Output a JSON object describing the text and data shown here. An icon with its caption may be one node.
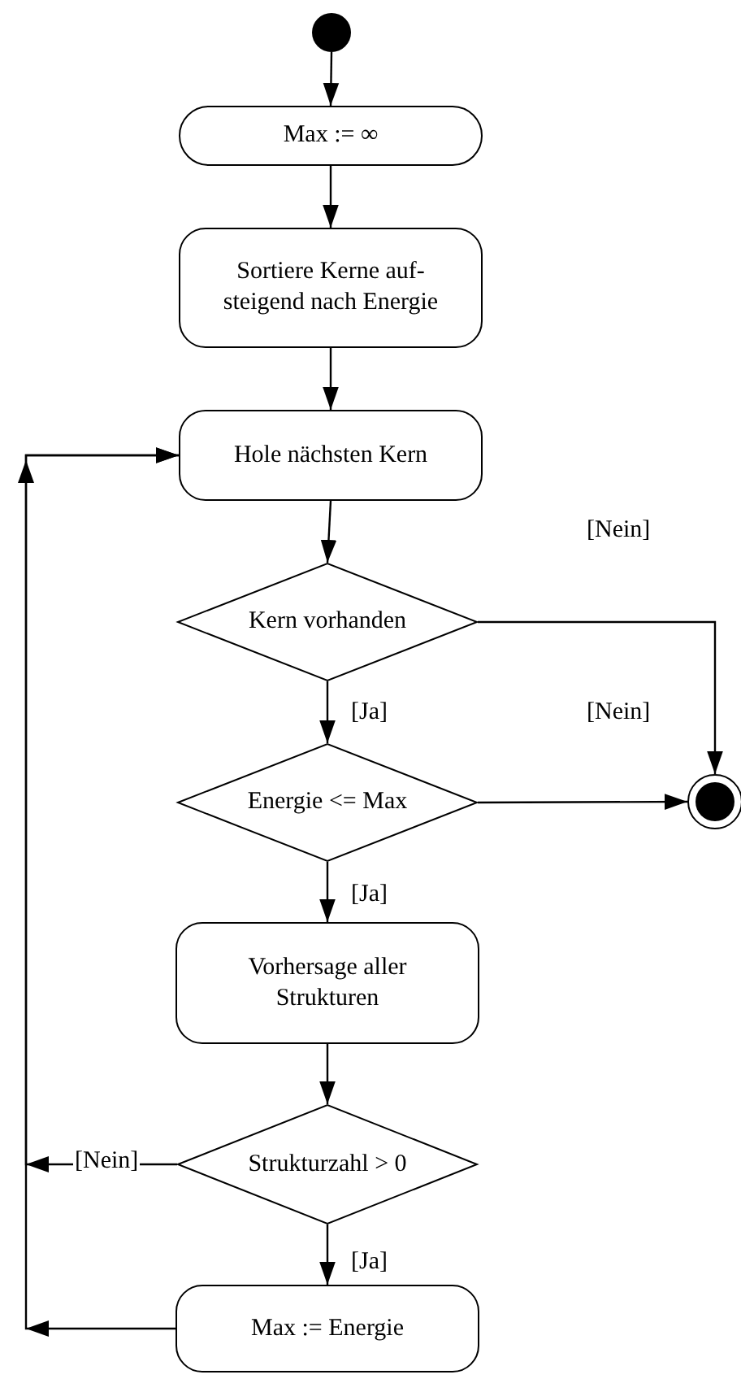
{
  "diagram": {
    "nodes": [
      {
        "text": [],
        "shape": "circle"
      },
      {
        "text": [
          "Max := ∞"
        ]
      },
      {
        "text": [
          "Sortiere Kerne auf- steigend nach Energie"
        ]
      },
      {
        "text": [
          "Hole nächsten Kern"
        ]
      },
      {
        "text": [
          "Kern vorhanden"
        ]
      },
      {
        "text": [
          "Energie <= Max"
        ]
      },
      {
        "text": [
          "Vorhersage aller Strukturen"
        ]
      },
      {
        "text": [
          "Strukturzahl > 0"
        ]
      },
      {
        "text": [
          "Max := Energie"
        ]
      },
      {
        "text": [],
        "shape": "circle"
      }
    ],
    "edges": [
      {
        "from": 0,
        "to": 1,
        "arrow": "to"
      },
      {
        "from": 1,
        "to": 2,
        "arrow": "to"
      },
      {
        "from": 2,
        "to": 3,
        "arrow": "to"
      },
      {
        "from": 3,
        "to": 4,
        "arrow": "to"
      },
      {
        "from": 4,
        "to": 9,
        "label": "[Nein]",
        "arrow": "to"
      },
      {
        "from": 4,
        "to": 5,
        "label": "[Ja]",
        "arrow": "to"
      },
      {
        "from": 5,
        "to": 9,
        "label": "[Nein]",
        "arrow": "to"
      },
      {
        "from": 5,
        "to": 6,
        "label": "[Ja]",
        "arrow": "to"
      },
      {
        "from": 6,
        "to": 7,
        "arrow": "to"
      },
      {
        "from": 7,
        "to": 3,
        "label": "[Nein]",
        "arrow": "to"
      },
      {
        "from": 7,
        "to": 8,
        "label": "[Ja]",
        "arrow": "to"
      },
      {
        "from": 8,
        "to": 3,
        "arrow": "to"
      }
    ]
  }
}
